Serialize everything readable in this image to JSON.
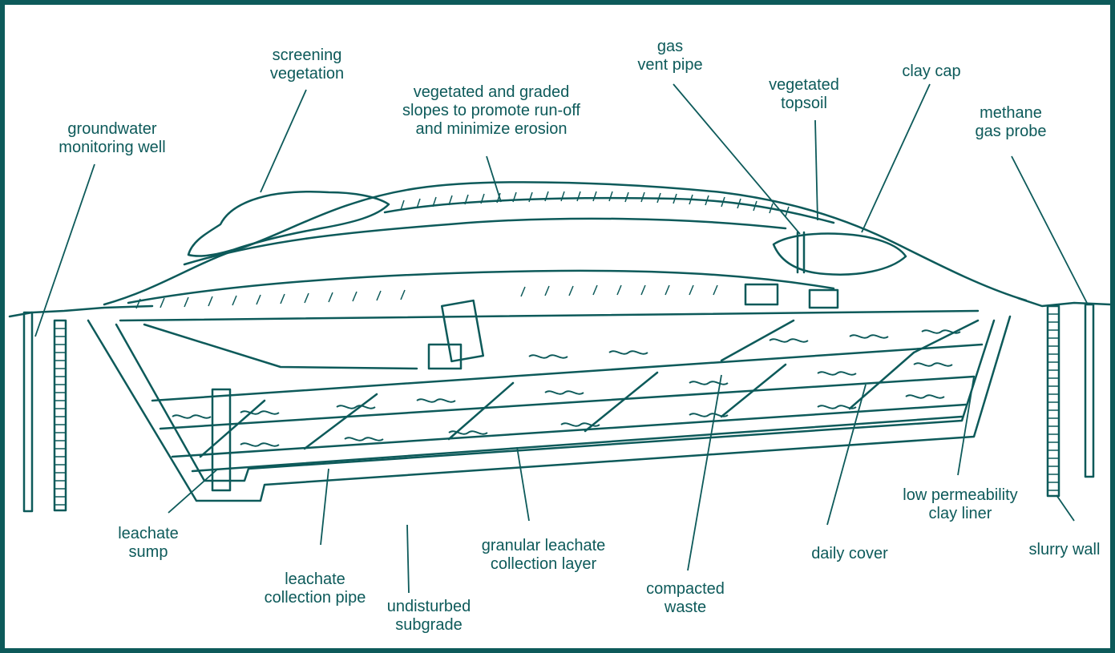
{
  "colors": {
    "ink": "#0d5a5a",
    "background": "#ffffff"
  },
  "labels": {
    "screening_vegetation": "screening\nvegetation",
    "vegetated_slopes": "vegetated and graded\nslopes to promote run-off\nand minimize erosion",
    "gas_vent_pipe": "gas\nvent pipe",
    "vegetated_topsoil": "vegetated\ntopsoil",
    "clay_cap": "clay cap",
    "methane_gas_probe": "methane\ngas probe",
    "groundwater_monitoring_well": "groundwater\nmonitoring well",
    "leachate_sump": "leachate\nsump",
    "leachate_collection_pipe": "leachate\ncollection pipe",
    "undisturbed_subgrade": "undisturbed\nsubgrade",
    "granular_leachate_collection_layer": "granular leachate\ncollection layer",
    "compacted_waste": "compacted\nwaste",
    "daily_cover": "daily cover",
    "low_permeability_clay_liner": "low permeability\nclay liner",
    "slurry_wall": "slurry wall"
  }
}
